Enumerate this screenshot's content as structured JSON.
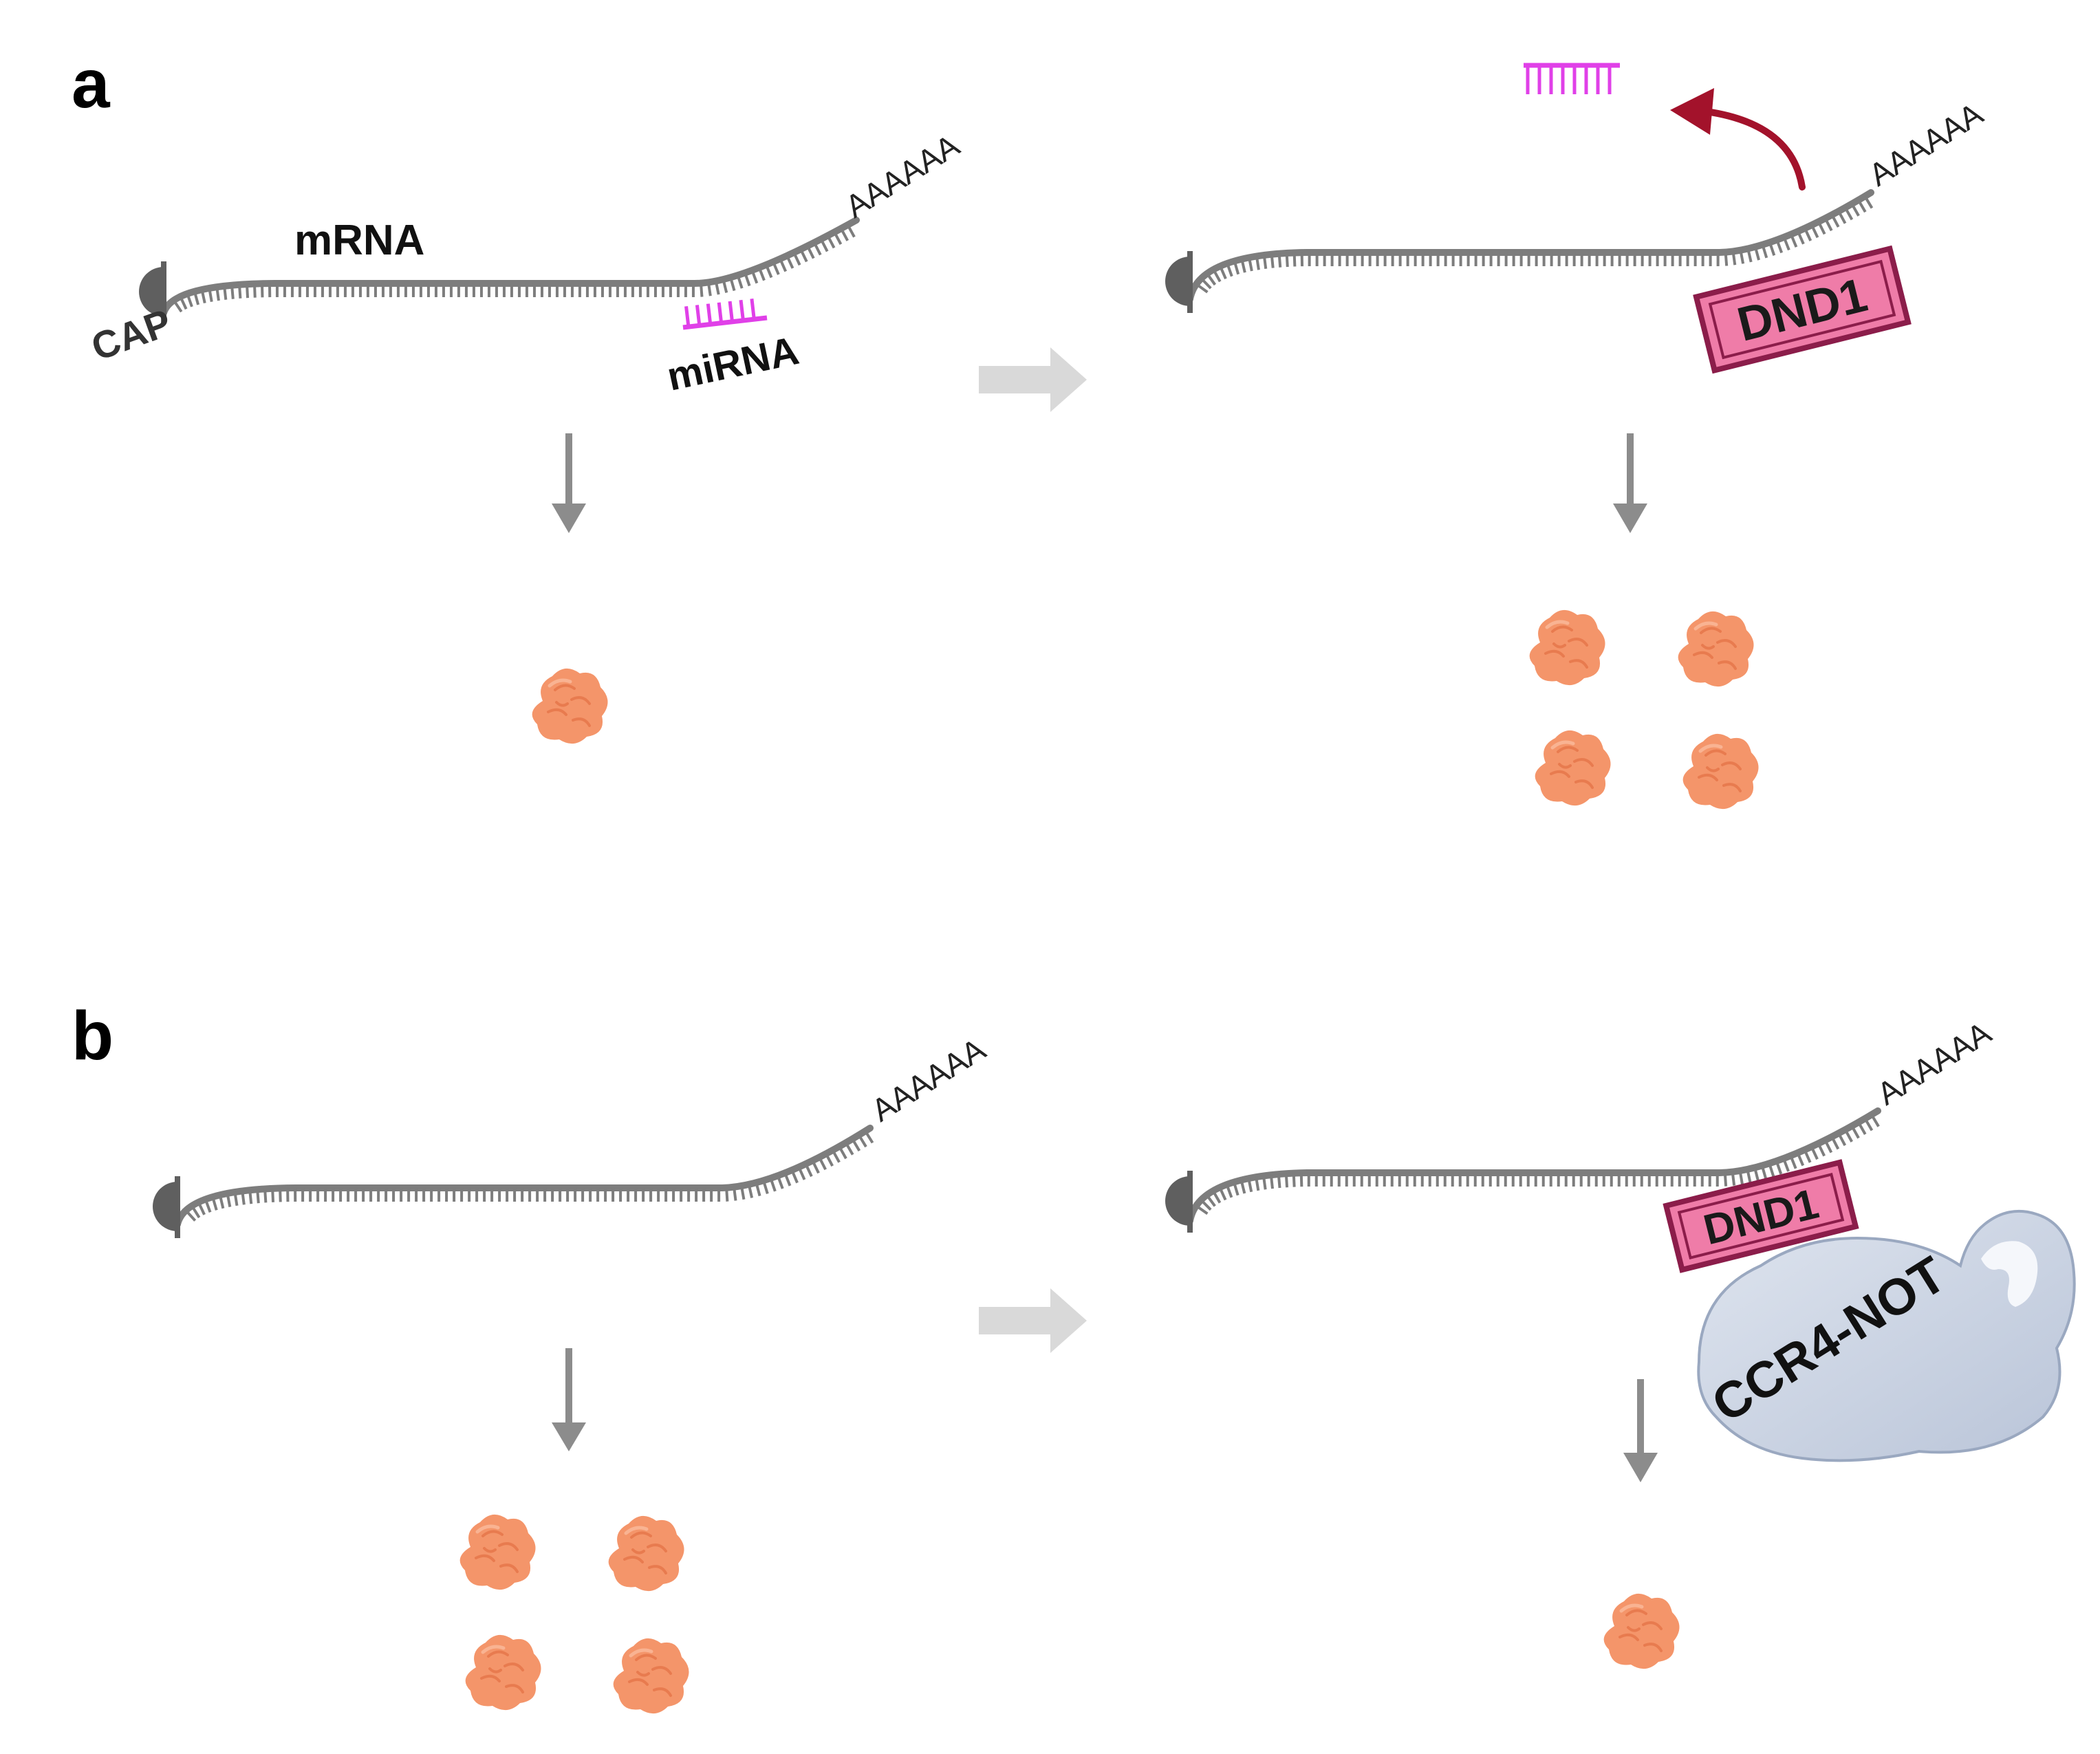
{
  "panels": [
    {
      "letter": "a",
      "left": {
        "cap_label": "CAP",
        "mrna_label": "mRNA",
        "polya_label": "AAAAAA",
        "mirna_label": "miRNA",
        "protein_count": 1
      },
      "right": {
        "polya_label": "AAAAAA",
        "protein_label": "DND1",
        "protein_count": 4
      }
    },
    {
      "letter": "b",
      "left": {
        "polya_label": "AAAAAA",
        "protein_count": 4
      },
      "right": {
        "polya_label": "AAAAAA",
        "protein_label": "DND1",
        "complex_label": "CCR4-NOT",
        "protein_count": 1
      }
    }
  ],
  "colors": {
    "rna": "#7d7d7d",
    "cap": "#5f5f5f",
    "mirna": "#e040e8",
    "dnd1_fill": "#ef7ca8",
    "dnd1_border": "#8b1d4a",
    "release_arrow": "#a3122b",
    "process_arrow": "#8c8c8c",
    "transition_arrow": "#d9d9d9",
    "protein": "#f4956a",
    "complex_fill": "#c9d3e4"
  }
}
